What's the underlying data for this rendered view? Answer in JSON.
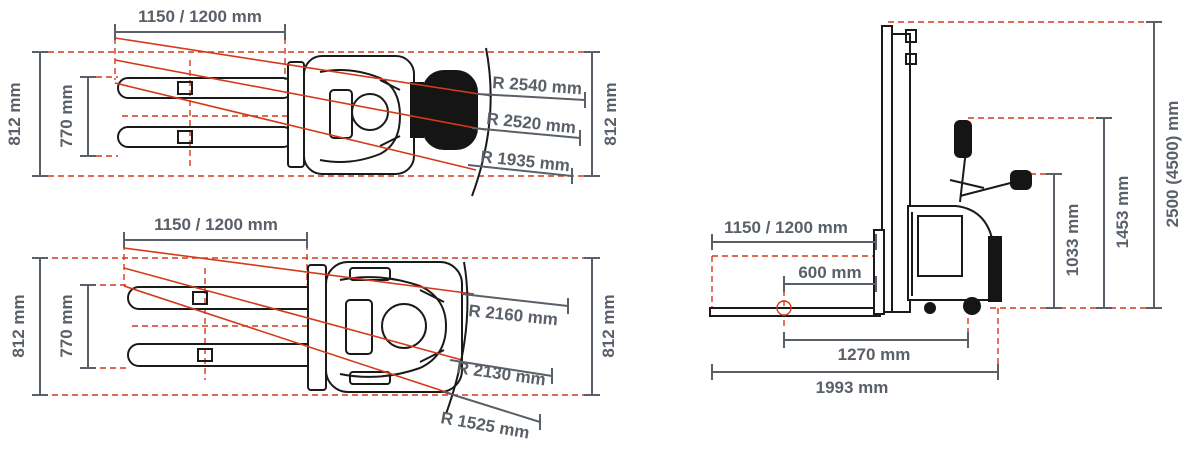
{
  "top_view_1": {
    "width_label": "1150 / 1200 mm",
    "overall_width_left": "812 mm",
    "fork_spread": "770 mm",
    "overall_width_right": "812 mm",
    "radius_1": "R 2540 mm",
    "radius_2": "R 2520 mm",
    "radius_3": "R 1935 mm"
  },
  "top_view_2": {
    "width_label": "1150 / 1200 mm",
    "overall_width_left": "812 mm",
    "fork_spread": "770 mm",
    "overall_width_right": "812 mm",
    "radius_1": "R 2160 mm",
    "radius_2": "R 2130 mm",
    "radius_3": "R 1525 mm"
  },
  "side_view": {
    "fork_length": "1150 / 1200 mm",
    "load_center": "600 mm",
    "wheelbase": "1270 mm",
    "overall_length": "1993 mm",
    "handle_height_low": "1033 mm",
    "handle_height_high": "1453 mm",
    "mast_height": "2500 (4500) mm"
  },
  "colors": {
    "dimension": "#5a6068",
    "accent": "#d43a1a",
    "outline": "#1a1a1a"
  }
}
